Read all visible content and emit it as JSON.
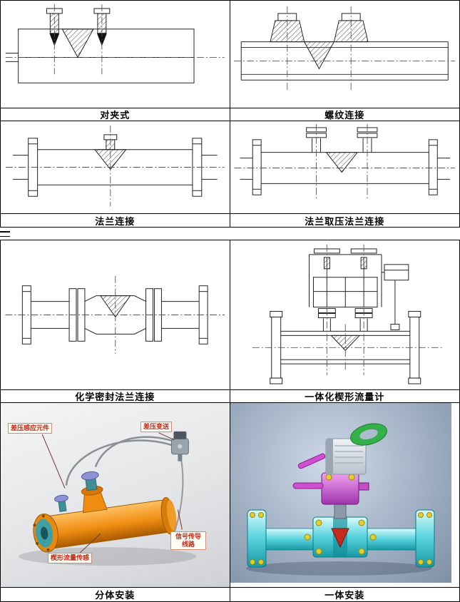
{
  "cells": {
    "wafer": {
      "caption": "对夹式"
    },
    "threaded": {
      "caption": "螺纹连接"
    },
    "flange": {
      "caption": "法兰连接"
    },
    "flange_tap": {
      "caption": "法兰取压法兰连接"
    },
    "chem_seal": {
      "caption": "化学密封法兰连接"
    },
    "integrated_meter": {
      "caption": "一体化楔形流量计"
    },
    "split_install": {
      "caption": "分体安装"
    },
    "integral_install": {
      "caption": "一体安装"
    }
  },
  "photo_labels": {
    "dp_sensor": "差压感应元件",
    "dp_transmitter": "差压变送",
    "wedge_sensor": "楔形流量传感",
    "signal_line": "信号传导线路"
  },
  "colors": {
    "line": "#222222",
    "meter_orange": "#ef8d12",
    "flange_teal": "#3f9fa3",
    "tap_lavender": "#8d92d6",
    "pipe_cyan": "#56d2dc",
    "valve_magenta": "#c44cc4",
    "ring_green": "#33b04a",
    "wedge_red": "#c22b1e",
    "bolt_yellow": "#e3cf2e",
    "label_red": "#c02818"
  }
}
